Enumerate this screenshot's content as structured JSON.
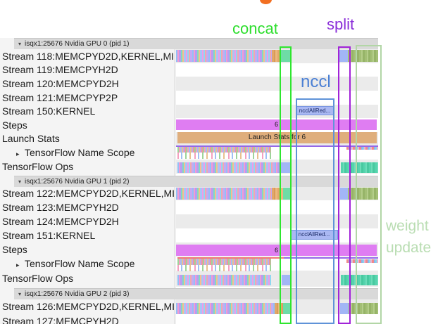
{
  "annotations": {
    "concat": "concat",
    "split": "split",
    "nccl": "nccl",
    "weight_update": "weight update"
  },
  "timeline": {
    "steps_label": "6",
    "launch_stats_label": "Launch Stats for 6",
    "nccl_bar_label": "ncclAllRed..."
  },
  "colors": {
    "concat": "#2ede2e",
    "split": "#8b2fd9",
    "nccl": "#4a7fd4",
    "weight_update": "#b9ddb2",
    "steps_bar": "#df7df2",
    "launch_bar": "#dfae7c",
    "nccl_event_bar": "#aab8f2"
  },
  "sections": [
    {
      "header": "isqx1:25676 Nvidia GPU 0 (pid 1)",
      "rows": [
        {
          "label": "Stream 118:MEMCPYD2D,KERNEL,MI"
        },
        {
          "label": "Stream 119:MEMCPYH2D"
        },
        {
          "label": "Stream 120:MEMCPYD2H"
        },
        {
          "label": "Stream 121:MEMCPYP2P"
        },
        {
          "label": "Stream 150:KERNEL"
        },
        {
          "label": "Steps"
        },
        {
          "label": "Launch Stats"
        },
        {
          "label": "TensorFlow Name Scope"
        },
        {
          "label": "TensorFlow Ops"
        }
      ]
    },
    {
      "header": "isqx1:25676 Nvidia GPU 1 (pid 2)",
      "rows": [
        {
          "label": "Stream 122:MEMCPYD2D,KERNEL,MI"
        },
        {
          "label": "Stream 123:MEMCPYH2D"
        },
        {
          "label": "Stream 124:MEMCPYD2H"
        },
        {
          "label": "Stream 151:KERNEL"
        },
        {
          "label": "Steps"
        },
        {
          "label": "TensorFlow Name Scope"
        },
        {
          "label": "TensorFlow Ops"
        }
      ]
    },
    {
      "header": "isqx1:25676 Nvidia GPU 2 (pid 3)",
      "rows": [
        {
          "label": "Stream 126:MEMCPYD2D,KERNEL,MI"
        },
        {
          "label": "Stream 127:MEMCPYH2D"
        }
      ]
    }
  ]
}
